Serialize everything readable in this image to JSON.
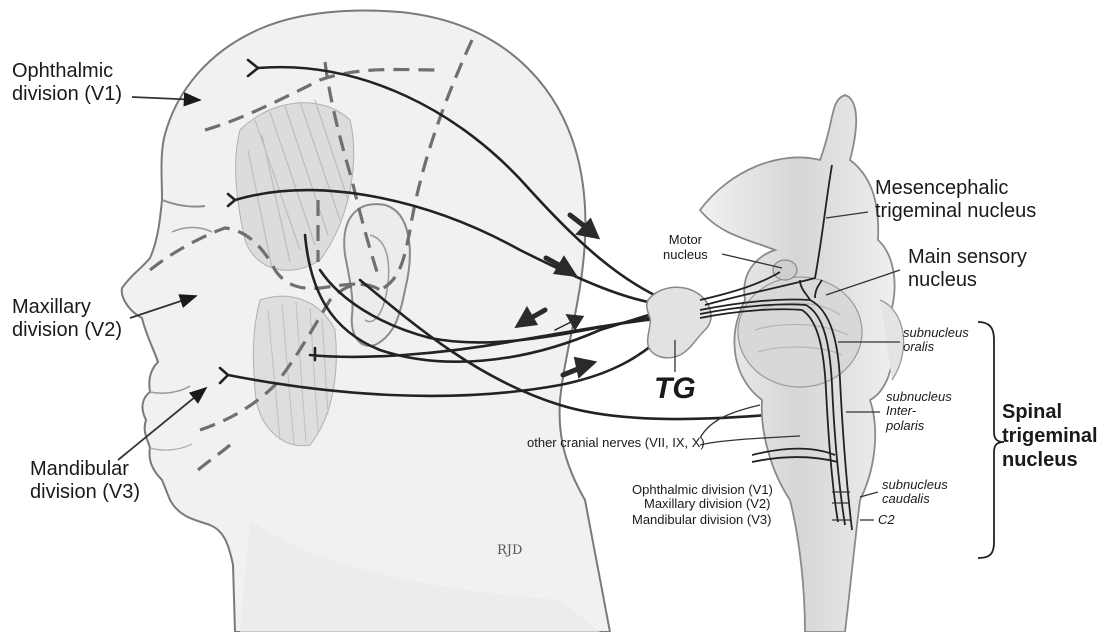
{
  "labels": {
    "ophthalmic_line1": "Ophthalmic",
    "ophthalmic_line2": "division (V1)",
    "maxillary_line1": "Maxillary",
    "maxillary_line2": "division (V2)",
    "mandibular_line1": "Mandibular",
    "mandibular_line2": "division (V3)",
    "mesencephalic_line1": "Mesencephalic",
    "mesencephalic_line2": "trigeminal nucleus",
    "motor_line1": "Motor",
    "motor_line2": "nucleus",
    "main_sensory_line1": "Main sensory",
    "main_sensory_line2": "nucleus",
    "tg": "TG",
    "other_cranial": "other cranial nerves (VII, IX, X)",
    "sub_oralis_1": "subnucleus",
    "sub_oralis_2": "oralis",
    "sub_interpolaris_1": "subnucleus",
    "sub_interpolaris_2": "Inter-",
    "sub_interpolaris_3": "polaris",
    "sub_caudalis_1": "subnucleus",
    "sub_caudalis_2": "caudalis",
    "c2": "C2",
    "ophthalmic_tract": "Ophthalmic division (V1)",
    "maxillary_tract": "Maxillary  division (V2)",
    "mandibular_tract": "Mandibular division (V3)",
    "spinal_line1": "Spinal",
    "spinal_line2": "trigeminal",
    "spinal_line3": "nucleus",
    "signature": "RJD"
  },
  "colors": {
    "nerve": "#222222",
    "skin_shading": "#e6e6e6",
    "outline": "#7a7a7a",
    "boundary": "#6f6f6f",
    "brainstem": "#d9d9d9"
  }
}
